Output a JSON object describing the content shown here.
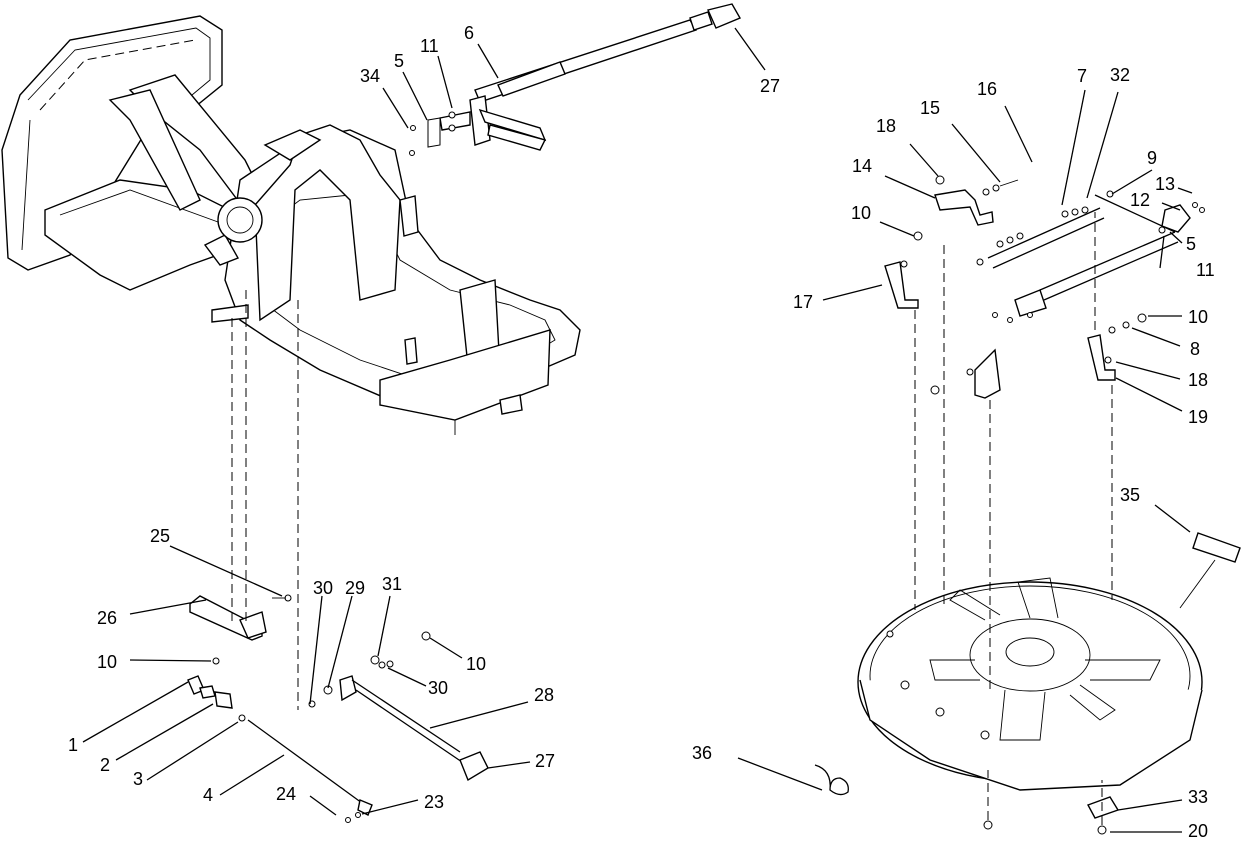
{
  "callouts": {
    "c1": "1",
    "c2": "2",
    "c3": "3",
    "c4": "4",
    "c5a": "5",
    "c5b": "5",
    "c6": "6",
    "c7": "7",
    "c8": "8",
    "c9": "9",
    "c10a": "10",
    "c10b": "10",
    "c10c": "10",
    "c10d": "10",
    "c11a": "11",
    "c11b": "11",
    "c12": "12",
    "c13": "13",
    "c14": "14",
    "c15": "15",
    "c16": "16",
    "c17": "17",
    "c18a": "18",
    "c18b": "18",
    "c19": "19",
    "c20": "20",
    "c23": "23",
    "c24": "24",
    "c25": "25",
    "c26": "26",
    "c27a": "27",
    "c27b": "27",
    "c28": "28",
    "c29": "29",
    "c30a": "30",
    "c30b": "30",
    "c31": "31",
    "c32": "32",
    "c33": "33",
    "c34": "34",
    "c35": "35",
    "c36": "36"
  }
}
